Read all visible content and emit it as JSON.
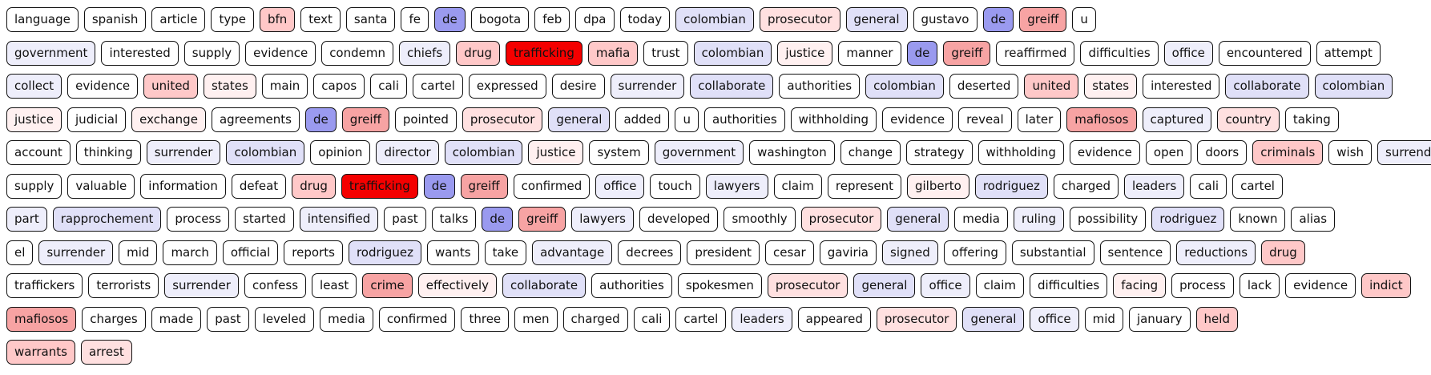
{
  "palette": {
    "n": "#ffffff",
    "r1": "#fff0f0",
    "r2": "#ffe0e0",
    "r3": "#ffc8c8",
    "r4": "#f7a3a3",
    "r5": "#f40000",
    "b1": "#eeeefb",
    "b2": "#e0e0f8",
    "b3": "#9a9aef"
  },
  "rows": [
    [
      [
        "language",
        "n"
      ],
      [
        "spanish",
        "n"
      ],
      [
        "article",
        "n"
      ],
      [
        "type",
        "n"
      ],
      [
        "bfn",
        "r3"
      ],
      [
        "text",
        "n"
      ],
      [
        "santa",
        "n"
      ],
      [
        "fe",
        "n"
      ],
      [
        "de",
        "b3"
      ],
      [
        "bogota",
        "n"
      ],
      [
        "feb",
        "n"
      ],
      [
        "dpa",
        "n"
      ],
      [
        "today",
        "n"
      ],
      [
        "colombian",
        "b2"
      ],
      [
        "prosecutor",
        "r2"
      ],
      [
        "general",
        "b2"
      ],
      [
        "gustavo",
        "n"
      ],
      [
        "de",
        "b3"
      ],
      [
        "greiff",
        "r4"
      ],
      [
        "u",
        "n"
      ]
    ],
    [
      [
        "government",
        "b1"
      ],
      [
        "interested",
        "n"
      ],
      [
        "supply",
        "n"
      ],
      [
        "evidence",
        "n"
      ],
      [
        "condemn",
        "n"
      ],
      [
        "chiefs",
        "b1"
      ],
      [
        "drug",
        "r3"
      ],
      [
        "trafficking",
        "r5"
      ],
      [
        "mafia",
        "r3"
      ],
      [
        "trust",
        "n"
      ],
      [
        "colombian",
        "b2"
      ],
      [
        "justice",
        "r1"
      ],
      [
        "manner",
        "n"
      ],
      [
        "de",
        "b3"
      ],
      [
        "greiff",
        "r4"
      ],
      [
        "reaffirmed",
        "n"
      ],
      [
        "difficulties",
        "n"
      ],
      [
        "office",
        "b1"
      ],
      [
        "encountered",
        "n"
      ],
      [
        "attempt",
        "n"
      ]
    ],
    [
      [
        "collect",
        "b1"
      ],
      [
        "evidence",
        "n"
      ],
      [
        "united",
        "r3"
      ],
      [
        "states",
        "r1"
      ],
      [
        "main",
        "n"
      ],
      [
        "capos",
        "n"
      ],
      [
        "cali",
        "n"
      ],
      [
        "cartel",
        "n"
      ],
      [
        "expressed",
        "n"
      ],
      [
        "desire",
        "n"
      ],
      [
        "surrender",
        "b1"
      ],
      [
        "collaborate",
        "b2"
      ],
      [
        "authorities",
        "n"
      ],
      [
        "colombian",
        "b2"
      ],
      [
        "deserted",
        "n"
      ],
      [
        "united",
        "r3"
      ],
      [
        "states",
        "r1"
      ],
      [
        "interested",
        "n"
      ],
      [
        "collaborate",
        "b2"
      ],
      [
        "colombian",
        "b2"
      ]
    ],
    [
      [
        "justice",
        "r1"
      ],
      [
        "judicial",
        "n"
      ],
      [
        "exchange",
        "r1"
      ],
      [
        "agreements",
        "n"
      ],
      [
        "de",
        "b3"
      ],
      [
        "greiff",
        "r4"
      ],
      [
        "pointed",
        "n"
      ],
      [
        "prosecutor",
        "r2"
      ],
      [
        "general",
        "b2"
      ],
      [
        "added",
        "n"
      ],
      [
        "u",
        "n"
      ],
      [
        "authorities",
        "n"
      ],
      [
        "withholding",
        "n"
      ],
      [
        "evidence",
        "n"
      ],
      [
        "reveal",
        "n"
      ],
      [
        "later",
        "n"
      ],
      [
        "mafiosos",
        "r4"
      ],
      [
        "captured",
        "b1"
      ],
      [
        "country",
        "r2"
      ],
      [
        "taking",
        "n"
      ]
    ],
    [
      [
        "account",
        "n"
      ],
      [
        "thinking",
        "n"
      ],
      [
        "surrender",
        "b1"
      ],
      [
        "colombian",
        "b2"
      ],
      [
        "opinion",
        "n"
      ],
      [
        "director",
        "b1"
      ],
      [
        "colombian",
        "b2"
      ],
      [
        "justice",
        "r1"
      ],
      [
        "system",
        "n"
      ],
      [
        "government",
        "b1"
      ],
      [
        "washington",
        "n"
      ],
      [
        "change",
        "n"
      ],
      [
        "strategy",
        "n"
      ],
      [
        "withholding",
        "n"
      ],
      [
        "evidence",
        "n"
      ],
      [
        "open",
        "n"
      ],
      [
        "doors",
        "n"
      ],
      [
        "criminals",
        "r3"
      ],
      [
        "wish",
        "n"
      ],
      [
        "surrender",
        "b1"
      ]
    ],
    [
      [
        "supply",
        "n"
      ],
      [
        "valuable",
        "n"
      ],
      [
        "information",
        "n"
      ],
      [
        "defeat",
        "n"
      ],
      [
        "drug",
        "r3"
      ],
      [
        "trafficking",
        "r5"
      ],
      [
        "de",
        "b3"
      ],
      [
        "greiff",
        "r4"
      ],
      [
        "confirmed",
        "n"
      ],
      [
        "office",
        "b1"
      ],
      [
        "touch",
        "n"
      ],
      [
        "lawyers",
        "b1"
      ],
      [
        "claim",
        "n"
      ],
      [
        "represent",
        "n"
      ],
      [
        "gilberto",
        "r1"
      ],
      [
        "rodriguez",
        "b2"
      ],
      [
        "charged",
        "n"
      ],
      [
        "leaders",
        "b1"
      ],
      [
        "cali",
        "n"
      ],
      [
        "cartel",
        "n"
      ]
    ],
    [
      [
        "part",
        "b1"
      ],
      [
        "rapprochement",
        "b2"
      ],
      [
        "process",
        "n"
      ],
      [
        "started",
        "n"
      ],
      [
        "intensified",
        "b1"
      ],
      [
        "past",
        "n"
      ],
      [
        "talks",
        "n"
      ],
      [
        "de",
        "b3"
      ],
      [
        "greiff",
        "r4"
      ],
      [
        "lawyers",
        "b1"
      ],
      [
        "developed",
        "n"
      ],
      [
        "smoothly",
        "n"
      ],
      [
        "prosecutor",
        "r2"
      ],
      [
        "general",
        "b2"
      ],
      [
        "media",
        "n"
      ],
      [
        "ruling",
        "b1"
      ],
      [
        "possibility",
        "n"
      ],
      [
        "rodriguez",
        "b2"
      ],
      [
        "known",
        "n"
      ],
      [
        "alias",
        "n"
      ]
    ],
    [
      [
        "el",
        "n"
      ],
      [
        "surrender",
        "b1"
      ],
      [
        "mid",
        "n"
      ],
      [
        "march",
        "n"
      ],
      [
        "official",
        "n"
      ],
      [
        "reports",
        "n"
      ],
      [
        "rodriguez",
        "b2"
      ],
      [
        "wants",
        "n"
      ],
      [
        "take",
        "n"
      ],
      [
        "advantage",
        "b1"
      ],
      [
        "decrees",
        "n"
      ],
      [
        "president",
        "n"
      ],
      [
        "cesar",
        "n"
      ],
      [
        "gaviria",
        "n"
      ],
      [
        "signed",
        "b1"
      ],
      [
        "offering",
        "n"
      ],
      [
        "substantial",
        "n"
      ],
      [
        "sentence",
        "n"
      ],
      [
        "reductions",
        "b1"
      ],
      [
        "drug",
        "r3"
      ]
    ],
    [
      [
        "traffickers",
        "n"
      ],
      [
        "terrorists",
        "n"
      ],
      [
        "surrender",
        "b1"
      ],
      [
        "confess",
        "n"
      ],
      [
        "least",
        "n"
      ],
      [
        "crime",
        "r4"
      ],
      [
        "effectively",
        "r1"
      ],
      [
        "collaborate",
        "b2"
      ],
      [
        "authorities",
        "n"
      ],
      [
        "spokesmen",
        "n"
      ],
      [
        "prosecutor",
        "r2"
      ],
      [
        "general",
        "b2"
      ],
      [
        "office",
        "b1"
      ],
      [
        "claim",
        "n"
      ],
      [
        "difficulties",
        "n"
      ],
      [
        "facing",
        "r1"
      ],
      [
        "process",
        "n"
      ],
      [
        "lack",
        "n"
      ],
      [
        "evidence",
        "n"
      ],
      [
        "indict",
        "r3"
      ]
    ],
    [
      [
        "mafiosos",
        "r4"
      ],
      [
        "charges",
        "n"
      ],
      [
        "made",
        "n"
      ],
      [
        "past",
        "n"
      ],
      [
        "leveled",
        "n"
      ],
      [
        "media",
        "n"
      ],
      [
        "confirmed",
        "n"
      ],
      [
        "three",
        "n"
      ],
      [
        "men",
        "n"
      ],
      [
        "charged",
        "n"
      ],
      [
        "cali",
        "n"
      ],
      [
        "cartel",
        "n"
      ],
      [
        "leaders",
        "b1"
      ],
      [
        "appeared",
        "n"
      ],
      [
        "prosecutor",
        "r2"
      ],
      [
        "general",
        "b2"
      ],
      [
        "office",
        "b1"
      ],
      [
        "mid",
        "n"
      ],
      [
        "january",
        "n"
      ],
      [
        "held",
        "r3"
      ]
    ],
    [
      [
        "warrants",
        "r3"
      ],
      [
        "arrest",
        "r2"
      ]
    ]
  ]
}
